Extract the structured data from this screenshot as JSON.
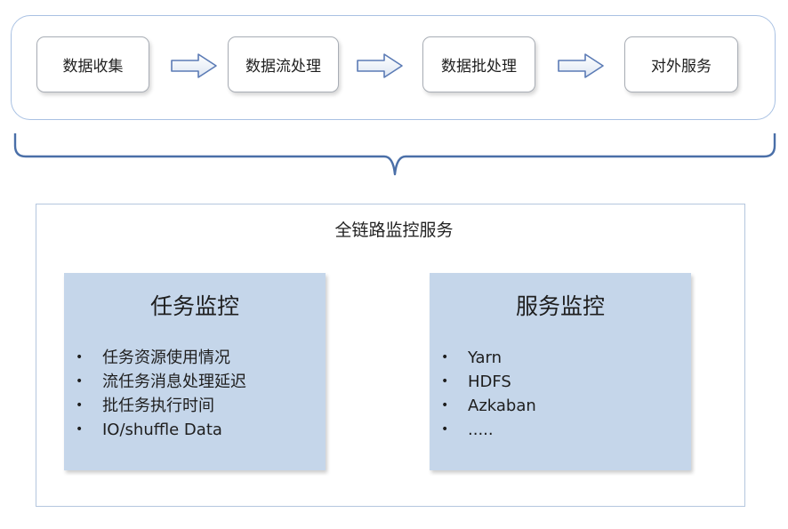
{
  "pipeline": {
    "stages": [
      "数据收集",
      "数据流处理",
      "数据批处理",
      "对外服务"
    ]
  },
  "monitoring": {
    "title": "全链路监控服务",
    "task_panel": {
      "title": "任务监控",
      "items": [
        "任务资源使用情况",
        "流任务消息处理延迟",
        "批任务执行时间",
        "IO/shuffle Data"
      ]
    },
    "service_panel": {
      "title": "服务监控",
      "items": [
        "Yarn",
        "HDFS",
        "Azkaban",
        "....."
      ]
    }
  },
  "colors": {
    "frame_border": "#a9c1e3",
    "arrow_stroke": "#5b7bb5",
    "panel_fill": "#c5d6ea",
    "brace": "#4a6fa8"
  }
}
